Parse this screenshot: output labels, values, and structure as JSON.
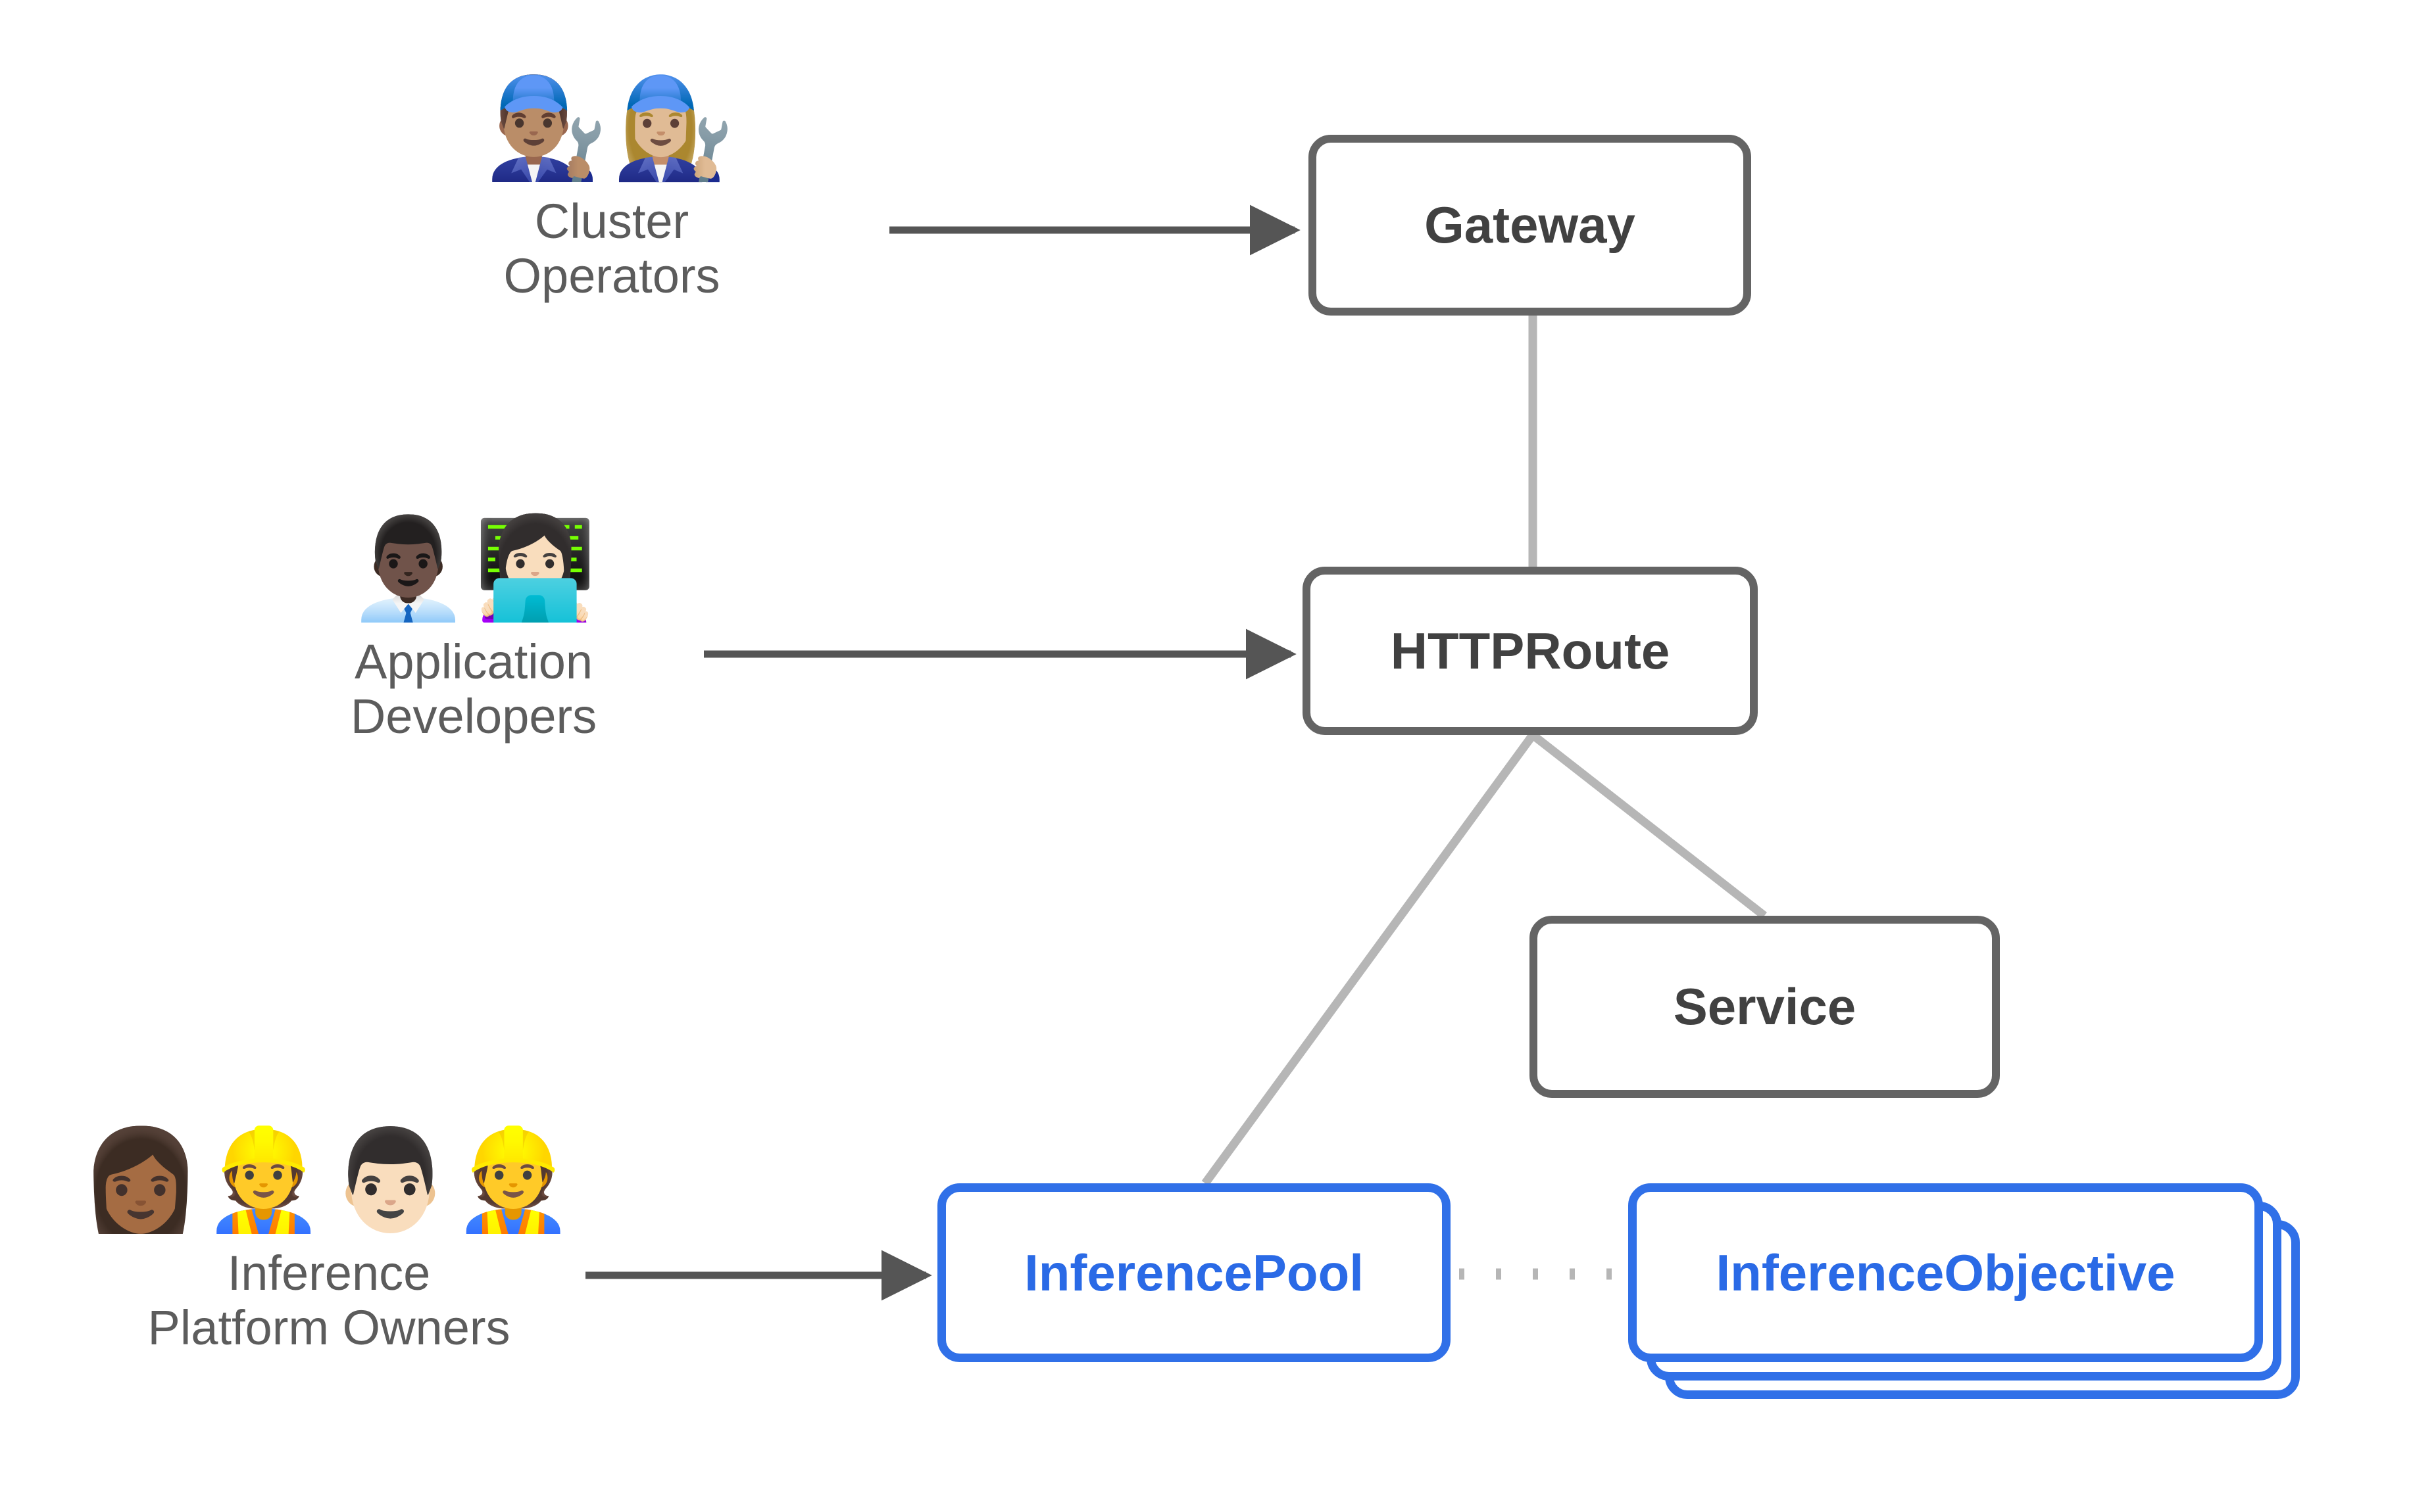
{
  "diagram": {
    "title": "Gateway API Inference Extension personas and resources",
    "background_color": "#ffffff",
    "node_border_gray": "#646464",
    "node_border_blue": "#3070e8",
    "node_text_gray": "#414141",
    "node_text_blue": "#2a6ae6",
    "connector_gray": "#b6b6b6",
    "arrow_color": "#555555",
    "label_color": "#5c5c5c"
  },
  "personas": [
    {
      "id": "cluster-operators",
      "label": "Cluster\nOperators",
      "emoji": "👨🏽‍🔧👩🏼‍🔧",
      "emoji_names": [
        "man-mechanic-icon",
        "woman-mechanic-icon"
      ],
      "targets": "Gateway"
    },
    {
      "id": "application-developers",
      "label": "Application\nDevelopers",
      "emoji": "👨🏿‍💼👩🏻‍💻",
      "emoji_names": [
        "man-office-worker-icon",
        "woman-technologist-icon"
      ],
      "targets": "HTTPRoute"
    },
    {
      "id": "inference-platform-owners",
      "label": "Inference\nPlatform Owners",
      "emoji": "👩🏾‍👷👨🏻‍👷",
      "emoji_names": [
        "woman-construction-worker-icon",
        "man-construction-worker-icon"
      ],
      "targets": "InferencePool"
    }
  ],
  "nodes": [
    {
      "id": "gateway",
      "label": "Gateway",
      "style": "gray"
    },
    {
      "id": "httproute",
      "label": "HTTPRoute",
      "style": "gray"
    },
    {
      "id": "service",
      "label": "Service",
      "style": "gray"
    },
    {
      "id": "inferencepool",
      "label": "InferencePool",
      "style": "blue"
    },
    {
      "id": "inferenceobjective",
      "label": "InferenceObjective",
      "style": "blue",
      "stacked": 3
    }
  ],
  "edges": [
    {
      "from": "cluster-operators",
      "to": "gateway",
      "kind": "arrow"
    },
    {
      "from": "application-developers",
      "to": "httproute",
      "kind": "arrow"
    },
    {
      "from": "inference-platform-owners",
      "to": "inferencepool",
      "kind": "arrow"
    },
    {
      "from": "gateway",
      "to": "httproute",
      "kind": "line"
    },
    {
      "from": "httproute",
      "to": "inferencepool",
      "kind": "line"
    },
    {
      "from": "httproute",
      "to": "service",
      "kind": "line"
    },
    {
      "from": "inferencepool",
      "to": "inferenceobjective",
      "kind": "dotted"
    }
  ]
}
